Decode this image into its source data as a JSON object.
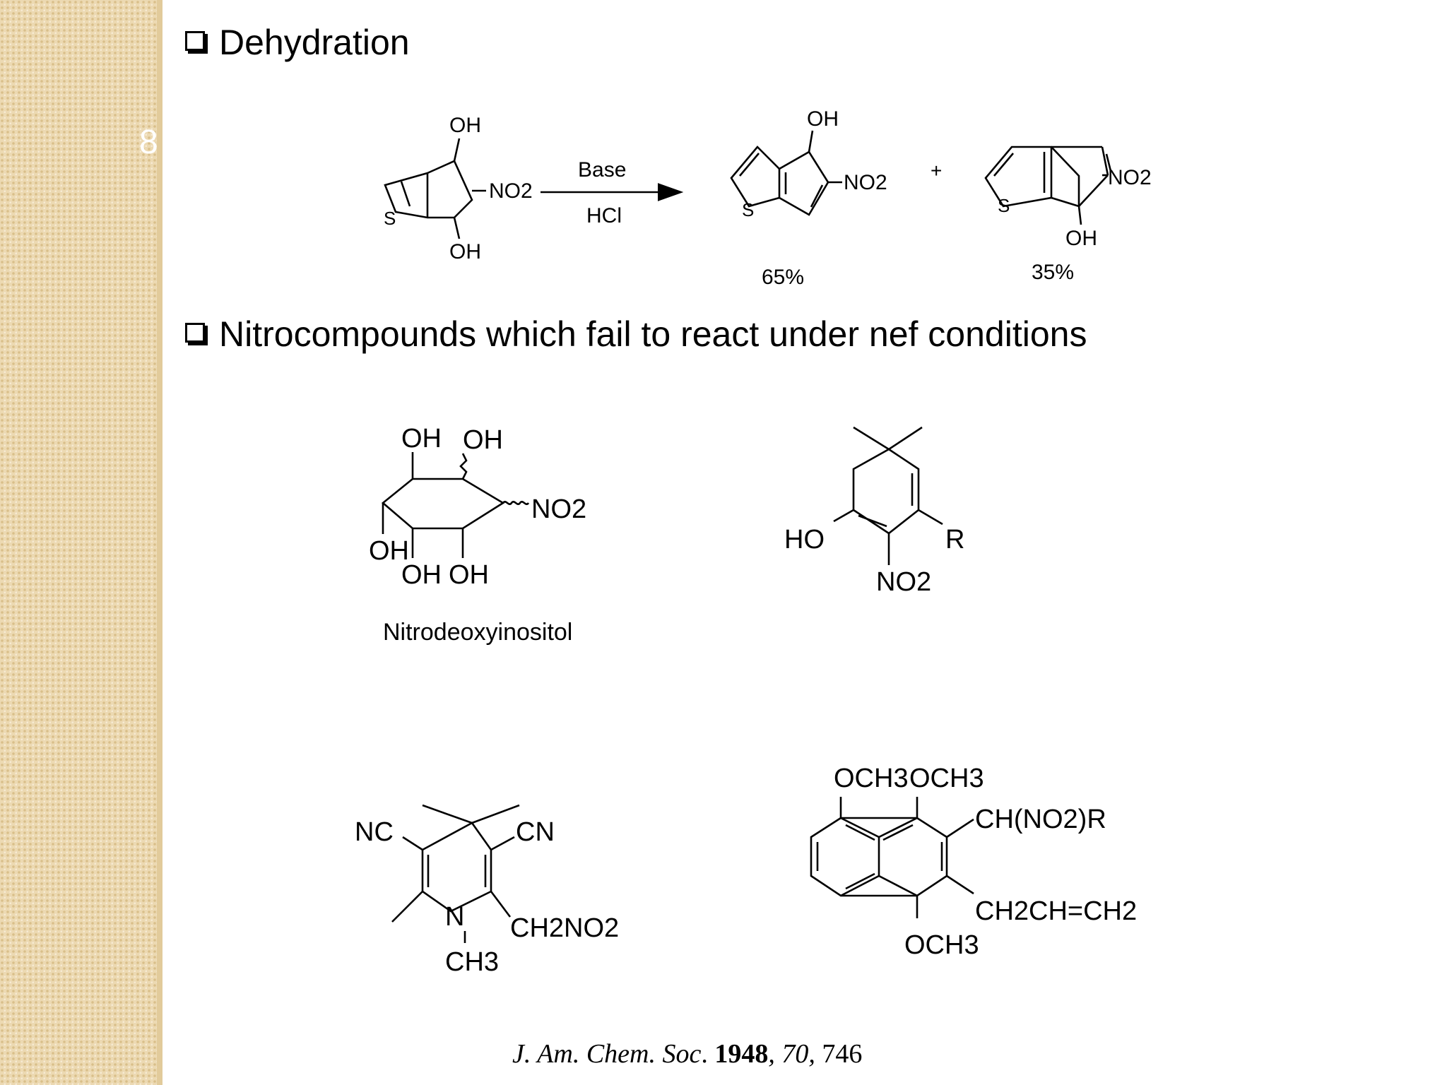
{
  "slide": {
    "number": "8",
    "bullet1": "Dehydration",
    "bullet2": "Nitrocompounds which fail to react under nef conditions"
  },
  "reaction": {
    "reactant_top_oh": "OH",
    "reactant_bottom_oh": "OH",
    "reactant_no2": "NO2",
    "reactant_s": "S",
    "reagent_above": "Base",
    "reagent_below": "HCl",
    "product1_oh": "OH",
    "product1_no2": "NO2",
    "product1_s": "S",
    "product1_yield": "65%",
    "plus": "+",
    "product2_no2": "NO2",
    "product2_s": "S",
    "product2_oh": "OH",
    "product2_yield": "35%"
  },
  "compounds": {
    "inositol": {
      "oh1": "OH",
      "oh2": "OH",
      "oh3": "OH",
      "oh4": "OH",
      "oh5": "OH",
      "no2": "NO2",
      "caption": "Nitrodeoxyinositol"
    },
    "cyclohexenone": {
      "ho": "HO",
      "r": "R",
      "no2": "NO2"
    },
    "dihydropyridine": {
      "nc": "NC",
      "cn": "CN",
      "n": "N",
      "ch3": "CH3",
      "ch2no2": "CH2NO2"
    },
    "naphthalene": {
      "och3_a": "OCH3",
      "och3_b": "OCH3",
      "ch_no2_r": "CH(NO2)R",
      "allyl": "CH2CH=CH2",
      "och3_c": "OCH3"
    }
  },
  "citation": {
    "journal": "J. Am. Chem. Soc",
    "year": "1948",
    "volume": "70,",
    "page": "746"
  }
}
